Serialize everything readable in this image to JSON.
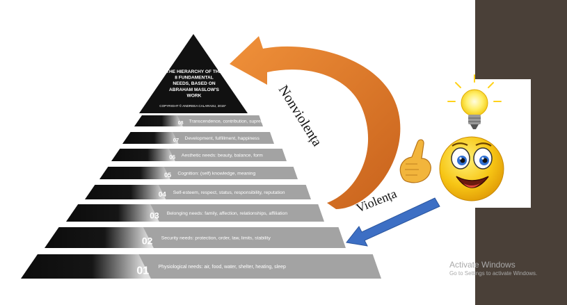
{
  "pyramid": {
    "title_lines": [
      "THE HIERARCHY OF THE",
      "8 FUNDAMENTAL",
      "NEEDS, BASED ON",
      "ABRAHAM MASLOW'S",
      "WORK"
    ],
    "copyright": "COPYRIGHT  © ANDREEA CALARASU, 2015*",
    "levels": [
      {
        "number": "08",
        "label": "Transcendence, contribution, supreme meaning"
      },
      {
        "number": "07",
        "label": "Development, fulfillment, happiness"
      },
      {
        "number": "06",
        "label": "Aesthetic needs: beauty, balance, form"
      },
      {
        "number": "05",
        "label": "Cognition: (self) knowledge, meaning"
      },
      {
        "number": "04",
        "label": "Self-esteem, respect, status, responsibility, reputation"
      },
      {
        "number": "03",
        "label": "Belonging needs: family, affection, relationships, affiliation"
      },
      {
        "number": "02",
        "label": "Security needs: protection, order, law, limits, stability"
      },
      {
        "number": "01",
        "label": "Physiological needs: air, food, water, shelter, heating, sleep"
      }
    ]
  },
  "arrows": {
    "nonviolence_label": "Nonviolența",
    "violence_label": "Violența",
    "orange_color": "#e2792a",
    "blue_color": "#3d6fc4"
  },
  "watermark": {
    "title": "Activate Windows",
    "subtitle": "Go to Settings to activate Windows."
  }
}
